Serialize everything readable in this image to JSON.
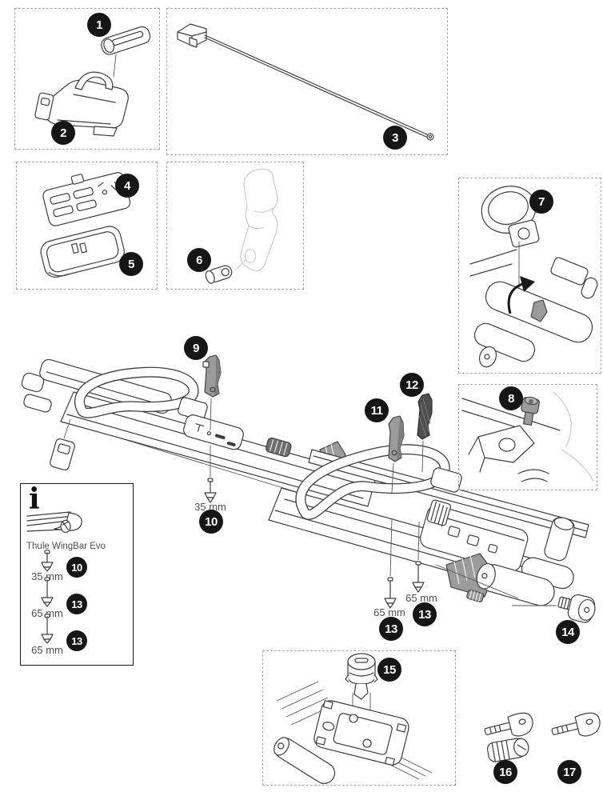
{
  "info_box": {
    "icon": "i",
    "product": "Thule WingBar Evo",
    "rows": [
      {
        "length": "35 mm",
        "callout": "10"
      },
      {
        "length": "65 mm",
        "callout": "13"
      },
      {
        "length": "65 mm",
        "callout": "13"
      }
    ]
  },
  "labels": {
    "screw_35": "35 mm",
    "screw_65": "65 mm"
  },
  "callouts": {
    "main": [
      "1",
      "2",
      "3",
      "4",
      "5",
      "6",
      "7",
      "8",
      "9",
      "10",
      "11",
      "12",
      "13",
      "13",
      "14",
      "15",
      "16",
      "17"
    ]
  },
  "colors": {
    "callout_bg": "#161616",
    "callout_text": "#ffffff",
    "line": "#3d3d3d",
    "dashed_border": "#a6a6a6",
    "part_gray": "#9b9b9b",
    "part_dark": "#4f4f4f",
    "ghost_gray": "#c9c9c9",
    "label_text": "#4f4f4f"
  }
}
